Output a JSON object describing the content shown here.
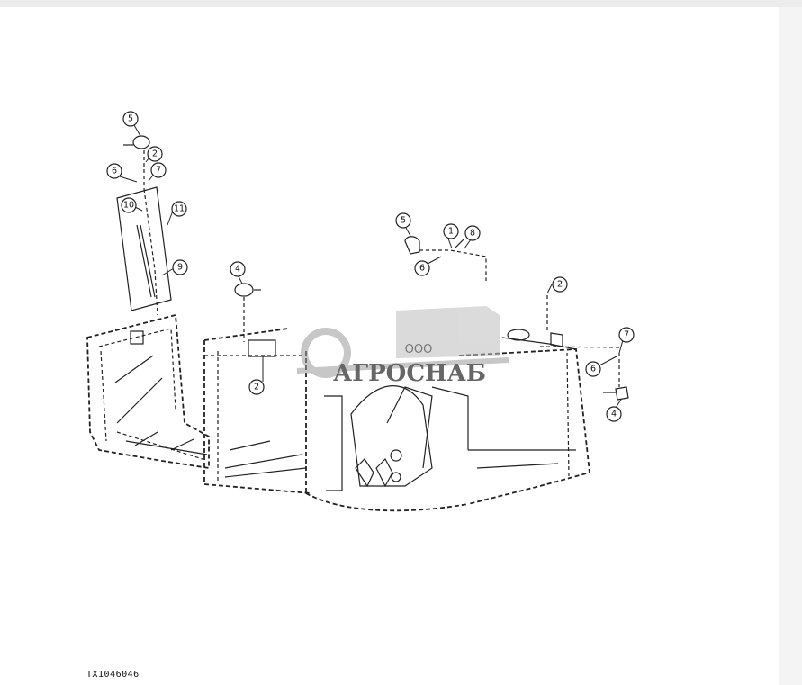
{
  "figure_id": "TX1046046",
  "watermark": {
    "company_form": "ООО",
    "company_name": "АГРОСНАБ"
  },
  "callouts": {
    "c1": "5",
    "c2": "2",
    "c3": "6",
    "c4": "7",
    "c5": "10",
    "c6": "11",
    "c7": "9",
    "c8": "4",
    "c9": "2",
    "c10": "5",
    "c11": "1",
    "c12": "8",
    "c13": "6",
    "c14": "2",
    "c15": "7",
    "c16": "6",
    "c17": "4"
  }
}
